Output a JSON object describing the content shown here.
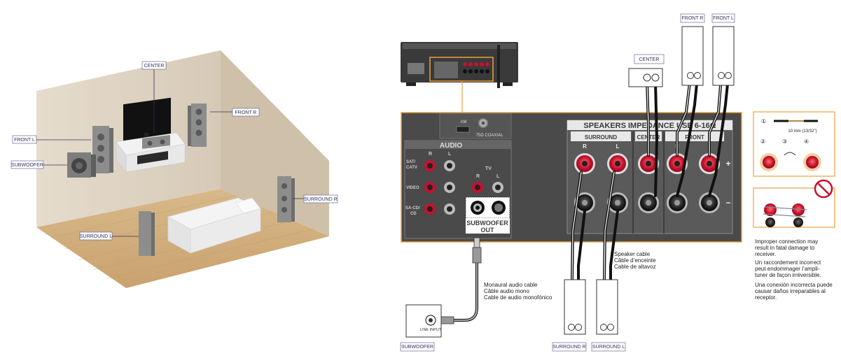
{
  "room": {
    "labels": {
      "center": "CENTER",
      "front_r": "FRONT R",
      "front_l": "FRONT L",
      "subwoofer": "SUBWOOFER",
      "surround_r": "SURROUND R",
      "surround_l": "SURROUND L"
    }
  },
  "receiver": {
    "antenna": {
      "am": "AM",
      "coaxial": "75Ω COAXIAL"
    },
    "audio": {
      "title": "AUDIO",
      "r": "R",
      "l": "L",
      "tv": "TV",
      "sat_catv": "SAT/\nCATV",
      "video": "VIDEO",
      "sacd_cd": "SA-CD/\nCD",
      "subwoofer_out_1": "SUBWOOFER",
      "subwoofer_out_2": "OUT"
    },
    "speakers": {
      "title": "SPEAKERS  IMPEDANCE USE 6-16Ω",
      "surround": "SURROUND",
      "center": "CENTER",
      "front": "FRONT",
      "r": "R",
      "l": "L",
      "plus": "+",
      "minus": "−"
    }
  },
  "wiring": {
    "labels": {
      "center": "CENTER",
      "front_r": "FRONT R",
      "front_l": "FRONT L",
      "subwoofer": "SUBWOOFER",
      "surround_r": "SURROUND R",
      "surround_l": "SURROUND L",
      "line_input": "LINE INPUT"
    },
    "speaker_cable": [
      "Speaker cable",
      "Câble d’enceinte",
      "Cable de altavoz"
    ],
    "mono_cable": [
      "Monaural audio cable",
      "Câble audio mono",
      "Cable de audio monofónico"
    ]
  },
  "detail": {
    "steps": [
      "①",
      "②",
      "③",
      "④"
    ],
    "measure": "10 mm (13/32\")",
    "warning": [
      "Improper connection may",
      "result in fatal damage to",
      "receiver.",
      "Un raccordement incorrect",
      "peut endommager l’ampli-",
      "tuner de façon irréversible.",
      "Una conexión incorrecta puede",
      "causar daños irreparables al",
      "receptor."
    ]
  },
  "colors": {
    "accent_orange": "#e8a040",
    "label_border": "#6a6a9a",
    "panel_gray": "#4a4a4a",
    "terminal_red": "#c8102e",
    "prohibit_red": "#c8102e"
  }
}
